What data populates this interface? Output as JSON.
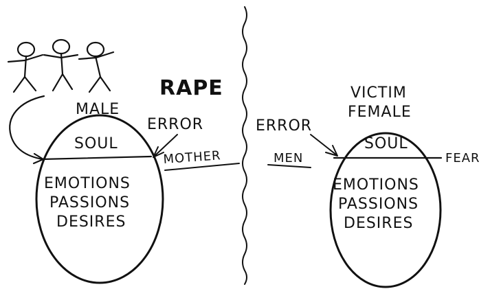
{
  "title": "RAPE",
  "left_figure": {
    "top_label": "MALE",
    "soul_label": "SOUL",
    "lower_lines": [
      "EMOTIONS",
      "PASSIONS",
      "DESIRES"
    ],
    "error_label": "ERROR",
    "side_label": "MOTHER"
  },
  "right_figure": {
    "top_label_line1": "VICTIM",
    "top_label_line2": "FEMALE",
    "soul_label": "SOUL",
    "lower_lines": [
      "EMOTIONS",
      "PASSIONS",
      "DESIRES"
    ],
    "error_label": "ERROR",
    "side_label_left": "MEN",
    "side_label_right": "FEAR"
  },
  "colors": {
    "ink": "#111111",
    "background": "#ffffff"
  }
}
